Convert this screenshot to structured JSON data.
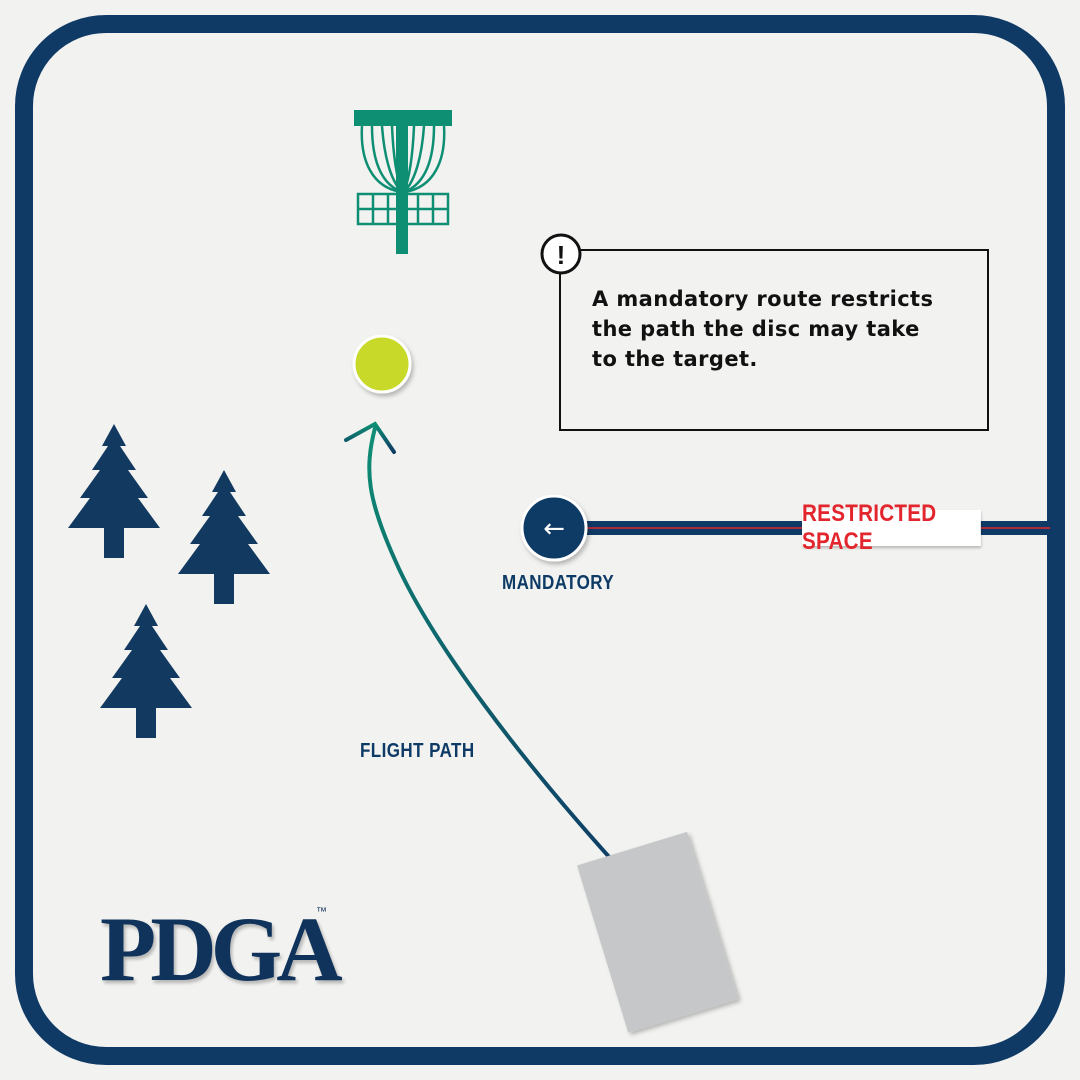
{
  "note": {
    "icon": "exclamation-icon",
    "lines": [
      "A mandatory route restricts",
      "the path the disc may take",
      "to the target."
    ]
  },
  "labels": {
    "mandatory": "MANDATORY",
    "restricted_space": "RESTRICTED SPACE",
    "flight_path": "FLIGHT PATH"
  },
  "mandatory_arrow_glyph": "←",
  "logo": {
    "text": "PDGA",
    "trademark": "™"
  },
  "colors": {
    "frame": "#0f3a65",
    "basket": "#0e8f74",
    "disc": "#c9d92c",
    "tree": "#12395f",
    "restricted_text": "#e3262d",
    "restricted_line": "#e3262d",
    "tee_pad": "#c6c7c9",
    "background": "#f2f2f0"
  },
  "icons": [
    "disc-golf-basket-icon",
    "pine-tree-icon",
    "disc-icon",
    "arrow-left-icon",
    "tee-pad-icon"
  ]
}
